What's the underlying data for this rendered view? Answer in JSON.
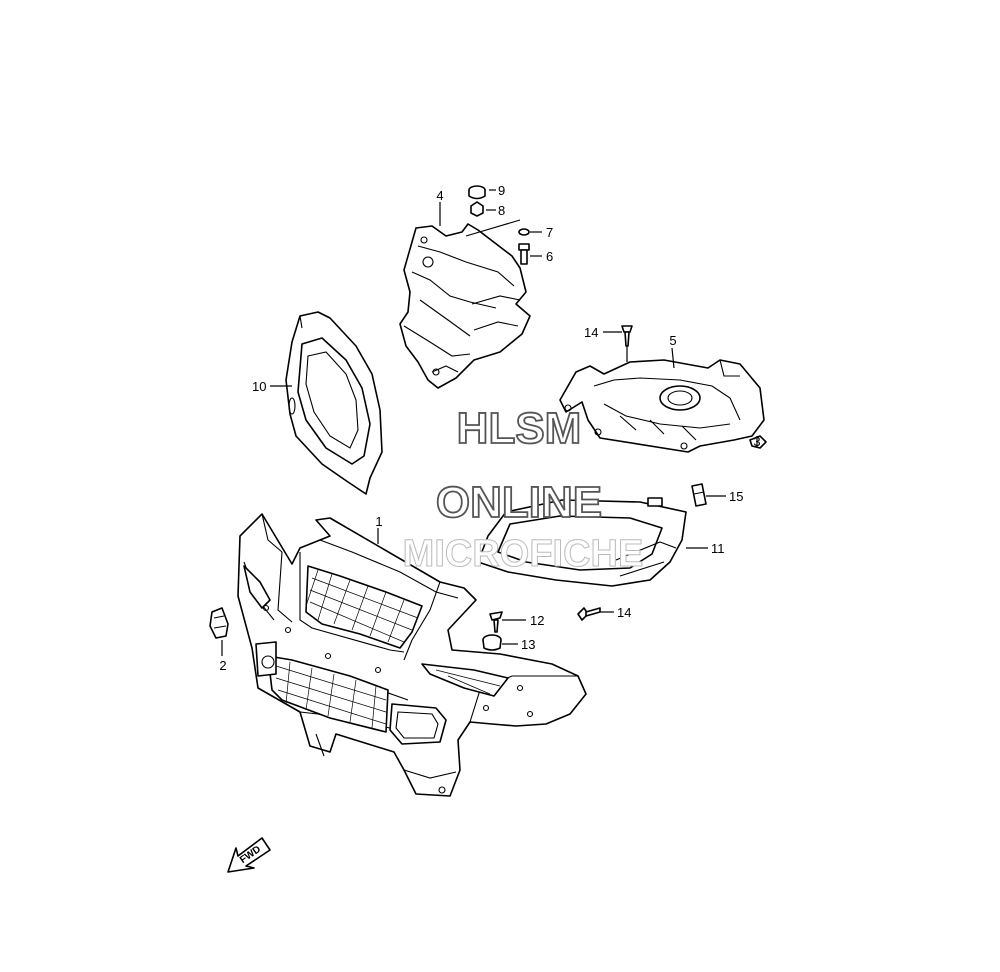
{
  "diagram": {
    "callouts": [
      {
        "id": "c1",
        "label": "1"
      },
      {
        "id": "c2",
        "label": "2"
      },
      {
        "id": "c3",
        "label": "3"
      },
      {
        "id": "c4",
        "label": "4"
      },
      {
        "id": "c5",
        "label": "5"
      },
      {
        "id": "c6",
        "label": "6"
      },
      {
        "id": "c7",
        "label": "7"
      },
      {
        "id": "c8",
        "label": "8"
      },
      {
        "id": "c9",
        "label": "9"
      },
      {
        "id": "c10",
        "label": "10"
      },
      {
        "id": "c11",
        "label": "11"
      },
      {
        "id": "c12",
        "label": "12"
      },
      {
        "id": "c13",
        "label": "13"
      },
      {
        "id": "c14a",
        "label": "14"
      },
      {
        "id": "c14b",
        "label": "14"
      },
      {
        "id": "c15",
        "label": "15"
      }
    ],
    "fwd_label": "FWD"
  },
  "watermark": {
    "line1": "HLSM",
    "line2": "ONLINE",
    "line3": "MICROFICHE"
  }
}
